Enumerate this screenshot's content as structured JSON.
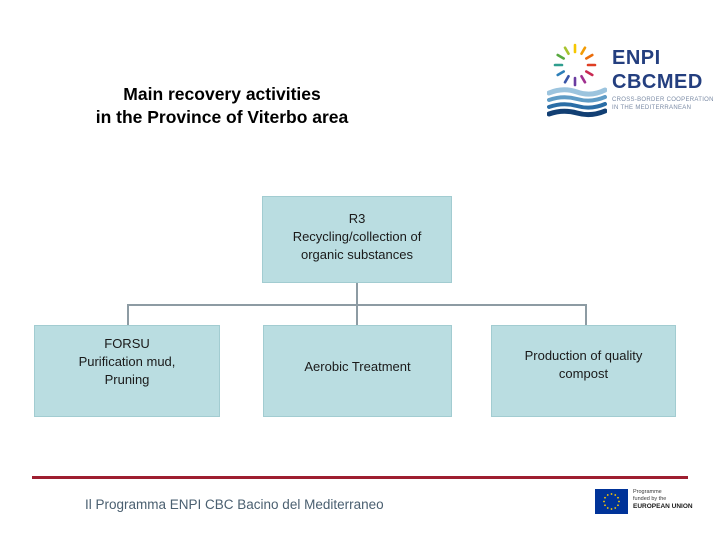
{
  "slide": {
    "title": "Main recovery activities\nin the Province of Viterbo area"
  },
  "logo": {
    "line1": "ENPI",
    "line2": "CBCMED",
    "tagline": "CROSS-BORDER COOPERATION\nIN THE MEDITERRANEAN",
    "mark": "sun-of-figures-over-waves-icon"
  },
  "diagram": {
    "root_box": "R3\nRecycling/collection of\norganic substances",
    "left_box": "FORSU\nPurification mud,\nPruning",
    "middle_box": "Aerobic Treatment",
    "right_box": "Production of quality\ncompost"
  },
  "footer": {
    "program_text": "Il Programma ENPI CBC Bacino del Mediterraneo",
    "eu_line1": "Programme",
    "eu_line2": "funded by the",
    "eu_line3": "EUROPEAN UNION"
  },
  "colors": {
    "box_fill": "#badde1",
    "box_border": "#a2ccd1",
    "connector": "#8d9ba3",
    "divider_red": "#9e1e30",
    "logo_navy": "#243f7f",
    "tagline_gray_blue": "#7b8ba5",
    "footer_text": "#4a5f70",
    "eu_flag_blue": "#003399",
    "eu_star_yellow": "#ffcc00"
  }
}
